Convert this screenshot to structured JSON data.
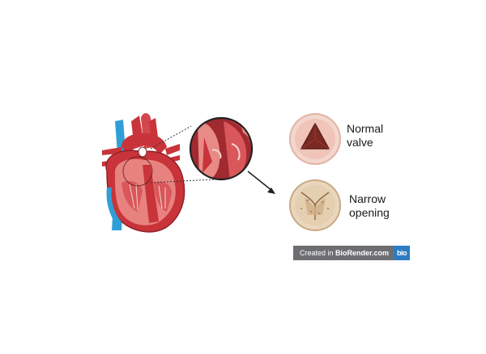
{
  "labels": {
    "normal": "Normal\nvalve",
    "narrow": "Narrow\nopening"
  },
  "credit": {
    "prefix": "Created in ",
    "brand": "BioRender.com",
    "logo": "bio"
  },
  "colors": {
    "heart_red": "#c8343a",
    "heart_dark": "#8e2228",
    "heart_light": "#e7827f",
    "vein_blue": "#2f9fd6",
    "valve_normal_ring": "#f0c4b8",
    "valve_normal_leaflet": "#7a2a24",
    "valve_narrow_ring": "#e4cfb0",
    "valve_narrow_leaflet": "#cfae86",
    "credit_bg": "#6d6e71",
    "credit_logo_bg": "#2d7cc1"
  },
  "icons": {
    "heart": "heart-anatomy-icon",
    "magnifier": "zoom-circle-icon",
    "arrow": "arrow-down-right-icon",
    "normal_valve": "normal-valve-icon",
    "narrow_valve": "stenotic-valve-icon"
  }
}
